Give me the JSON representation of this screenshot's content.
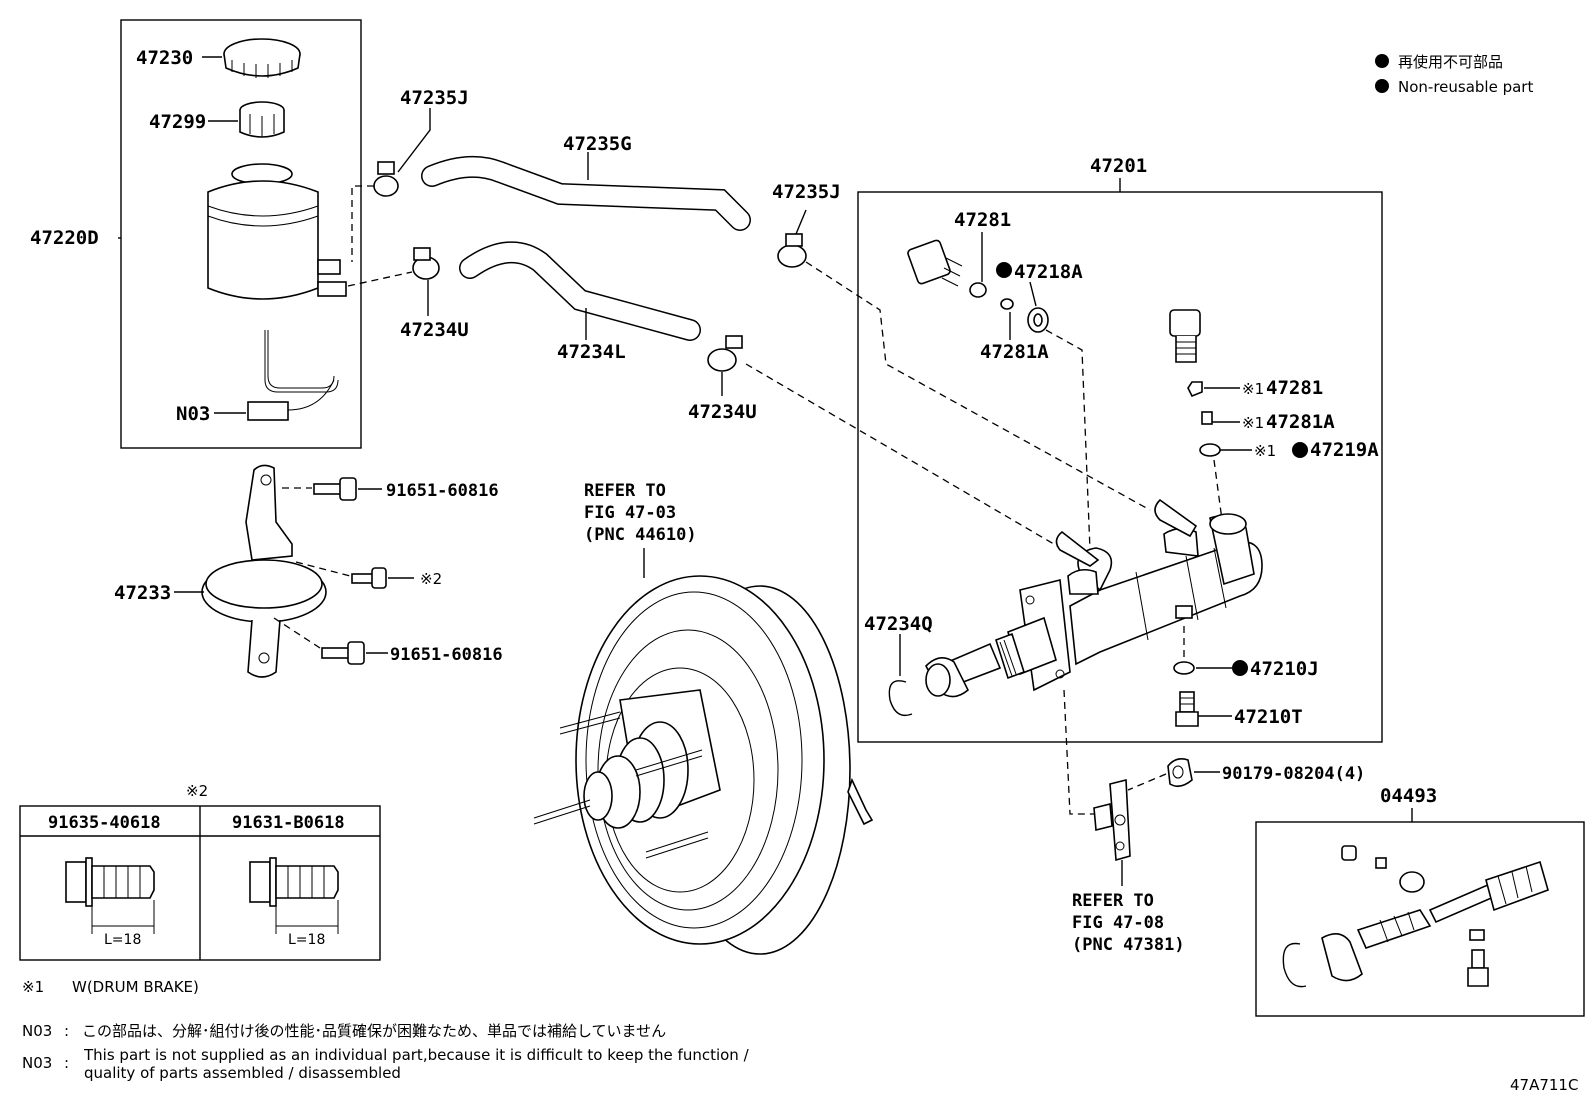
{
  "legend": {
    "jp": "再使用不可部品",
    "en": "Non-reusable part"
  },
  "labels": {
    "p47230": "47230",
    "p47299": "47299",
    "p47220D": "47220D",
    "n03": "N03",
    "p47235J_a": "47235J",
    "p47235G": "47235G",
    "p47235J_b": "47235J",
    "p47234U_a": "47234U",
    "p47234L": "47234L",
    "p47234U_b": "47234U",
    "p47201": "47201",
    "p47281": "47281",
    "p47218A": "47218A",
    "p47281A": "47281A",
    "p47281_w": "47281",
    "p47281A_w": "47281A",
    "p47219A": "47219A",
    "p47234Q": "47234Q",
    "p47210J": "47210J",
    "p47210T": "47210T",
    "p91651_a": "91651-60816",
    "p91651_b": "91651-60816",
    "p47233": "47233",
    "p90179": "90179-08204(4)",
    "p04493": "04493",
    "mark2": "※2",
    "mark1": "※1"
  },
  "refer_booster": [
    "REFER TO",
    "FIG 47-03",
    "(PNC 44610)"
  ],
  "refer_bracket": [
    "REFER TO",
    "FIG 47-08",
    "(PNC 47381)"
  ],
  "bolt_table": {
    "mark": "※2",
    "col1": "91635-40618",
    "col2": "91631-B0618",
    "length1": "L=18",
    "length2": "L=18"
  },
  "notes": {
    "w1_mark": "※1",
    "w1_text": "W(DRUM BRAKE)",
    "n03_jp_key": "N03",
    "n03_jp_sep": ":",
    "n03_jp_text": "この部品は、分解･組付け後の性能･品質確保が困難なため、単品では補給していません",
    "n03_en_key": "N03",
    "n03_en_sep": ":",
    "n03_en_line1": "This part is not supplied as an individual part,because it is difficult to keep the function /",
    "n03_en_line2": "quality of parts assembled / disassembled"
  },
  "figure_code": "47A711C"
}
